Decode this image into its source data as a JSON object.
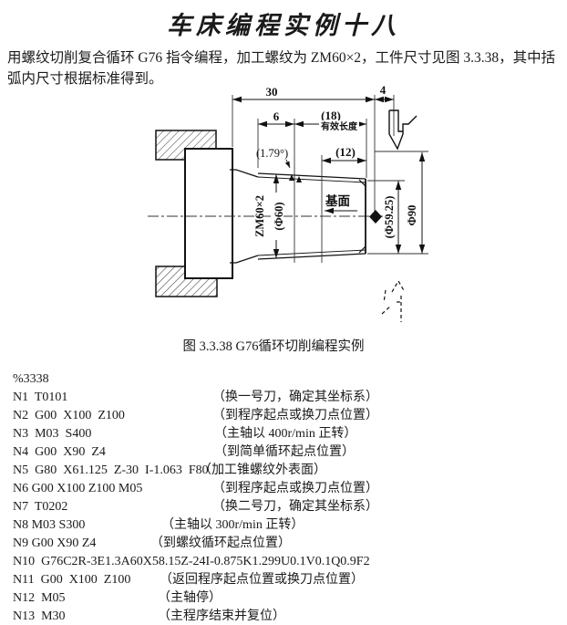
{
  "title": "车床编程实例十八",
  "intro": {
    "line1": "用螺纹切削复合循环 G76 指令编程，加工螺纹为 ZM60×2，工件尺寸见图 3.3.38，其中括",
    "line2": "弧内尺寸根据标准得到。"
  },
  "figure": {
    "caption": "图 3.3.38  G76循环切削编程实例",
    "labels": {
      "dim_30": "30",
      "dim_4": "4",
      "dim_6": "6",
      "dim_18": "(18)",
      "effective_length": "有效长度",
      "angle": "(1.79°)",
      "dim_12": "(12)",
      "thread_label": "ZM60×2",
      "dia_60": "(Φ60)",
      "base_plane": "基面",
      "dia_59_25": "(Φ59.25)",
      "dia_90": "Φ90"
    }
  },
  "program": {
    "lines": [
      {
        "code": "%3338",
        "comment": ""
      },
      {
        "code": "N1  T0101",
        "comment": "（换一号刀，确定其坐标系）"
      },
      {
        "code": "N2  G00  X100  Z100",
        "comment": "（到程序起点或换刀点位置）"
      },
      {
        "code": "N3  M03  S400",
        "comment": "（主轴以 400r/min 正转）"
      },
      {
        "code": "N4  G00  X90  Z4",
        "comment": "（到简单循环起点位置）"
      },
      {
        "code": "N5  G80  X61.125  Z-30  I-1.063  F80",
        "comment": "（加工锥螺纹外表面）"
      },
      {
        "code": "N6 G00 X100 Z100 M05",
        "comment": "（到程序起点或换刀点位置）"
      },
      {
        "code": "N7  T0202",
        "comment": "（换二号刀，确定其坐标系）"
      },
      {
        "code": "N8 M03 S300",
        "comment": "（主轴以 300r/min 正转）"
      },
      {
        "code": "N9 G00 X90 Z4",
        "comment": "（到螺纹循环起点位置）"
      },
      {
        "code": "N10  G76C2R-3E1.3A60X58.15Z-24I-0.875K1.299U0.1V0.1Q0.9F2",
        "comment": ""
      },
      {
        "code": "N11  G00  X100  Z100",
        "comment": "（返回程序起点位置或换刀点位置）"
      },
      {
        "code": "N12  M05",
        "comment": "（主轴停）"
      },
      {
        "code": "N13  M30",
        "comment": "（主程序结束并复位）"
      }
    ]
  },
  "colors": {
    "background": "#ffffff",
    "text": "#1a1a1a",
    "line": "#222222"
  }
}
